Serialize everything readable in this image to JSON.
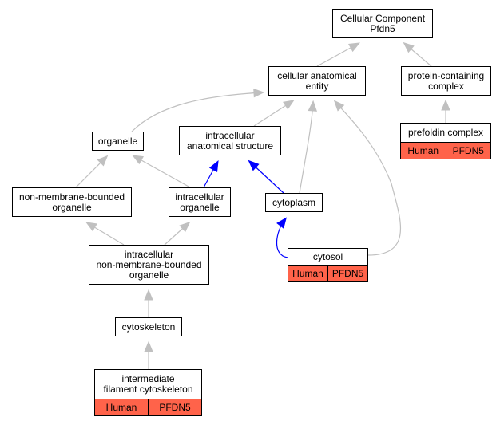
{
  "nodes": {
    "cellular_component": {
      "text": "Cellular Component\nPfdn5"
    },
    "cellular_anatomical_entity": {
      "text": "cellular anatomical\nentity"
    },
    "protein_containing_complex": {
      "text": "protein-containing\ncomplex"
    },
    "organelle": {
      "text": "organelle"
    },
    "intracellular_anatomical_structure": {
      "text": "intracellular\nanatomical structure"
    },
    "prefoldin_complex": {
      "text": "prefoldin complex",
      "species": "Human",
      "gene": "PFDN5"
    },
    "non_membrane_bounded_organelle": {
      "text": "non-membrane-bounded\norganelle"
    },
    "intracellular_organelle": {
      "text": "intracellular\norganelle"
    },
    "cytoplasm": {
      "text": "cytoplasm"
    },
    "intracellular_non_membrane_bounded_organelle": {
      "text": "intracellular\nnon-membrane-bounded\norganelle"
    },
    "cytosol": {
      "text": "cytosol",
      "species": "Human",
      "gene": "PFDN5"
    },
    "cytoskeleton": {
      "text": "cytoskeleton"
    },
    "intermediate_filament_cytoskeleton": {
      "text": "intermediate\nfilament cytoskeleton",
      "species": "Human",
      "gene": "PFDN5"
    }
  },
  "edges": [
    {
      "from": "cellular_anatomical_entity",
      "to": "cellular_component",
      "kind": "is_a"
    },
    {
      "from": "protein_containing_complex",
      "to": "cellular_component",
      "kind": "is_a"
    },
    {
      "from": "prefoldin_complex",
      "to": "protein_containing_complex",
      "kind": "is_a"
    },
    {
      "from": "organelle",
      "to": "cellular_anatomical_entity",
      "kind": "is_a"
    },
    {
      "from": "intracellular_anatomical_structure",
      "to": "cellular_anatomical_entity",
      "kind": "is_a"
    },
    {
      "from": "cytoplasm",
      "to": "cellular_anatomical_entity",
      "kind": "is_a"
    },
    {
      "from": "cytosol",
      "to": "cellular_anatomical_entity",
      "kind": "is_a"
    },
    {
      "from": "non_membrane_bounded_organelle",
      "to": "organelle",
      "kind": "is_a"
    },
    {
      "from": "intracellular_organelle",
      "to": "organelle",
      "kind": "is_a"
    },
    {
      "from": "intracellular_organelle",
      "to": "intracellular_anatomical_structure",
      "kind": "part_of"
    },
    {
      "from": "cytoplasm",
      "to": "intracellular_anatomical_structure",
      "kind": "part_of"
    },
    {
      "from": "intracellular_non_membrane_bounded_organelle",
      "to": "non_membrane_bounded_organelle",
      "kind": "is_a"
    },
    {
      "from": "intracellular_non_membrane_bounded_organelle",
      "to": "intracellular_organelle",
      "kind": "is_a"
    },
    {
      "from": "cytosol",
      "to": "cytoplasm",
      "kind": "part_of"
    },
    {
      "from": "cytoskeleton",
      "to": "intracellular_non_membrane_bounded_organelle",
      "kind": "is_a"
    },
    {
      "from": "intermediate_filament_cytoskeleton",
      "to": "cytoskeleton",
      "kind": "is_a"
    }
  ],
  "colors": {
    "is_a": "#c0c0c0",
    "part_of": "#0000ff",
    "annotation_fill": "#ff634a"
  }
}
